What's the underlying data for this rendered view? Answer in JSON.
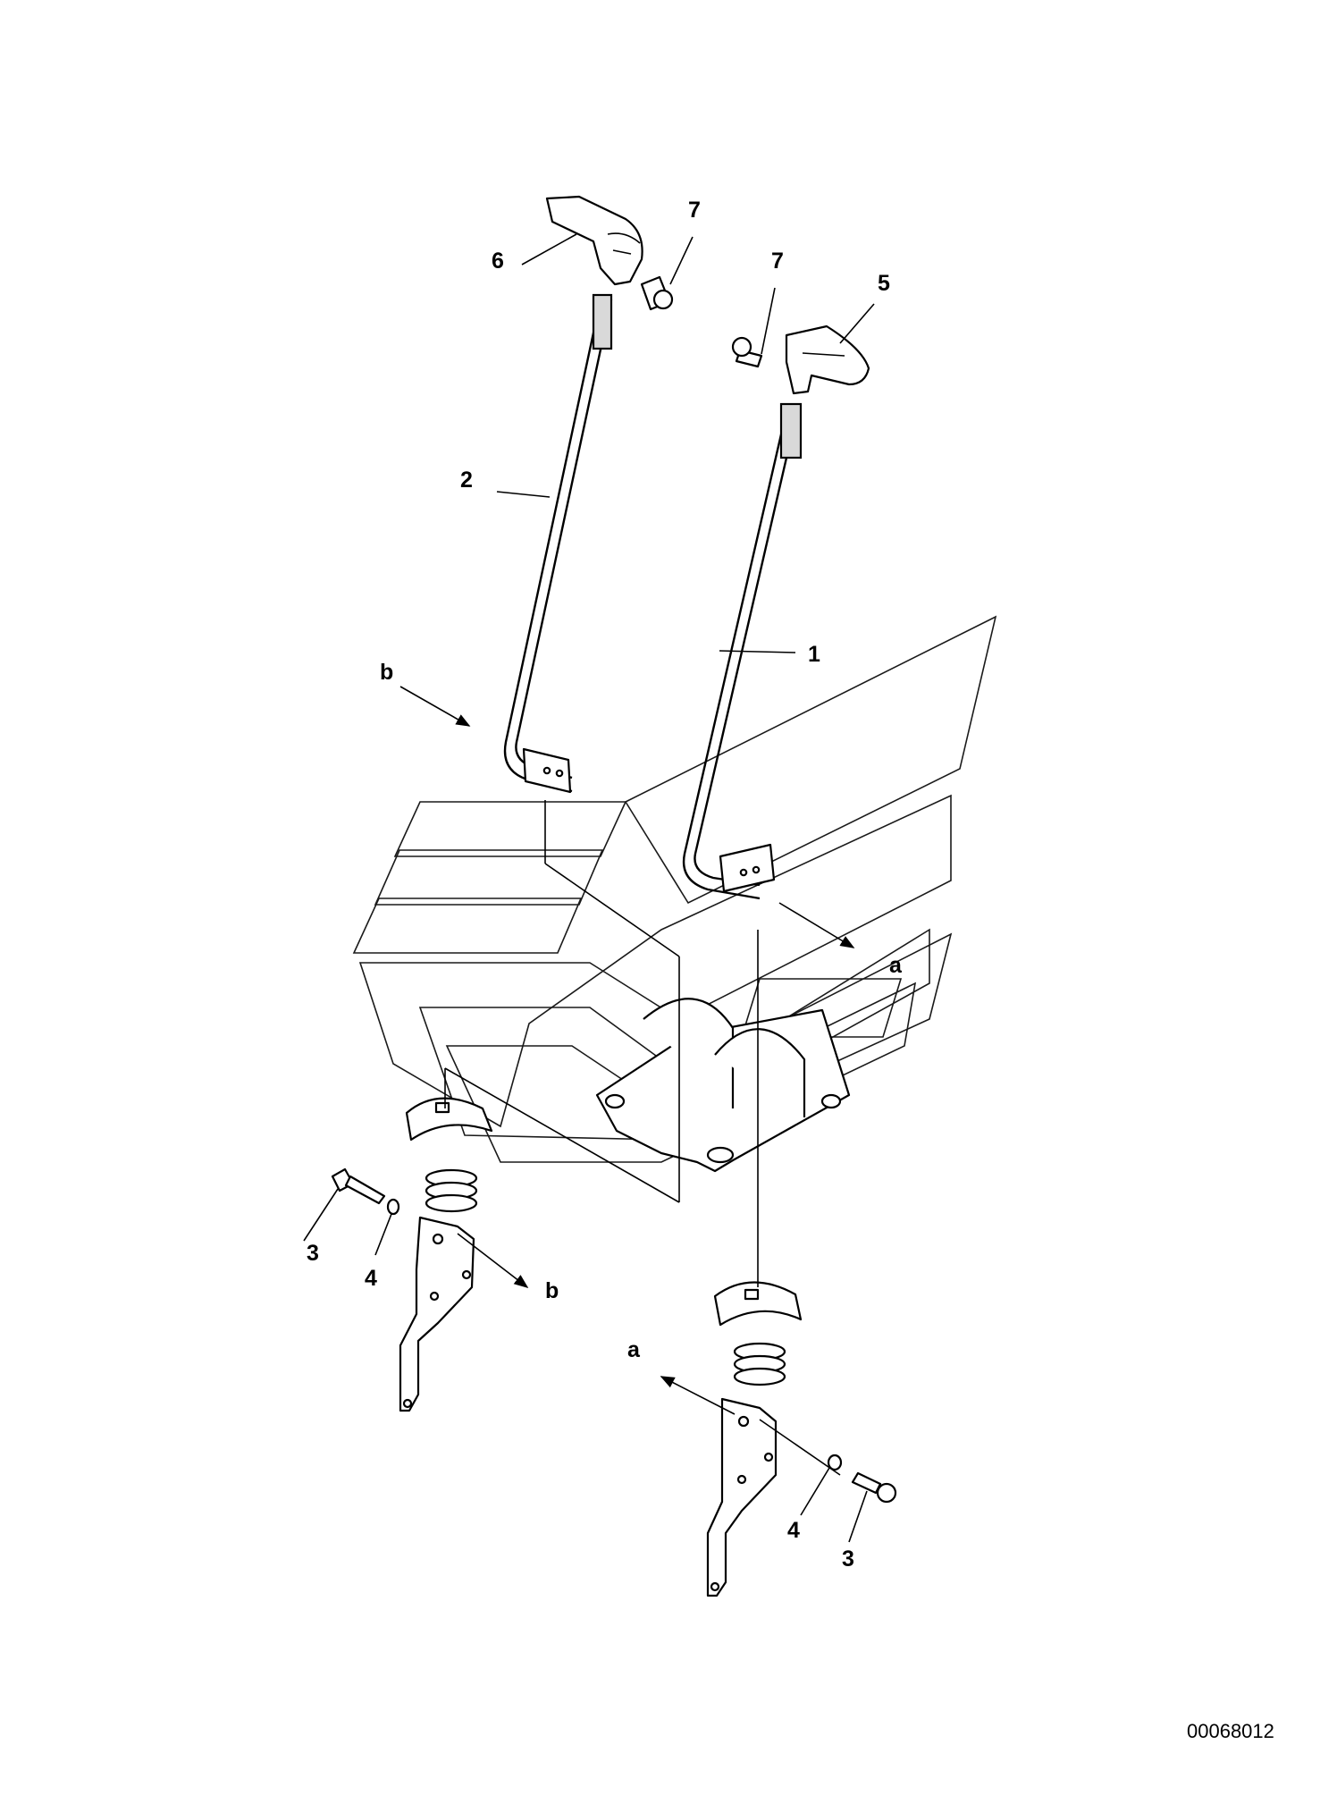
{
  "callouts": {
    "part_1": "1",
    "part_2": "2",
    "part_3_left": "3",
    "part_3_right": "3",
    "part_4_left": "4",
    "part_4_right": "4",
    "part_5": "5",
    "part_6": "6",
    "part_7_left": "7",
    "part_7_right": "7"
  },
  "view_marks": {
    "a_upper": "a",
    "a_lower": "a",
    "b_upper": "b",
    "b_lower": "b"
  },
  "drawing_code": "00068012"
}
